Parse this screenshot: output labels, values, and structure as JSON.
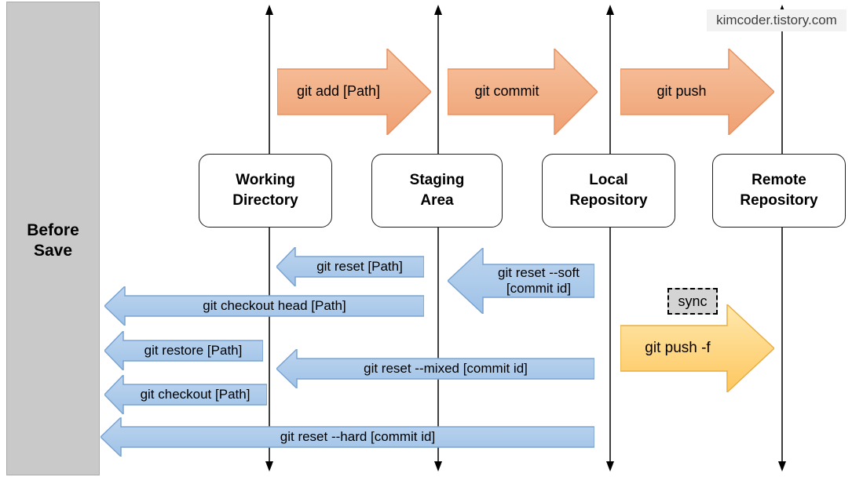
{
  "watermark": "kimcoder.tistory.com",
  "sidebar": {
    "label": "Before\nSave"
  },
  "stages": [
    {
      "label": "Working\nDirectory"
    },
    {
      "label": "Staging\nArea"
    },
    {
      "label": "Local\nRepository"
    },
    {
      "label": "Remote\nRepository"
    }
  ],
  "save_flow": [
    {
      "label": "git add [Path]"
    },
    {
      "label": "git commit"
    },
    {
      "label": "git push"
    }
  ],
  "undo_flow": {
    "reset_path": {
      "label": "git reset [Path]"
    },
    "reset_soft": {
      "label": "git reset --soft\n[commit id]"
    },
    "checkout_head": {
      "label": "git checkout head [Path]"
    },
    "restore": {
      "label": "git restore [Path]"
    },
    "reset_mixed": {
      "label": "git reset --mixed [commit id]"
    },
    "checkout": {
      "label": "git checkout [Path]"
    },
    "reset_hard": {
      "label": "git reset --hard [commit id]"
    }
  },
  "sync": {
    "tag_label": "sync",
    "push_force": {
      "label": "git push -f"
    }
  },
  "colors": {
    "orange_fill_top": "#f6c3a0",
    "orange_fill_bottom": "#efa072",
    "orange_border": "#e89160",
    "blue_fill_top": "#bdd5ef",
    "blue_fill_bottom": "#9fc2e7",
    "blue_border": "#7aa4d2",
    "yellow_fill_top": "#ffe8ad",
    "yellow_fill_bottom": "#fdc75f",
    "yellow_border": "#e8ae45",
    "sidebar_gray": "#c9c9c9",
    "sync_gray": "#d4d4d4",
    "watermark_gray": "#f2f2f2"
  }
}
